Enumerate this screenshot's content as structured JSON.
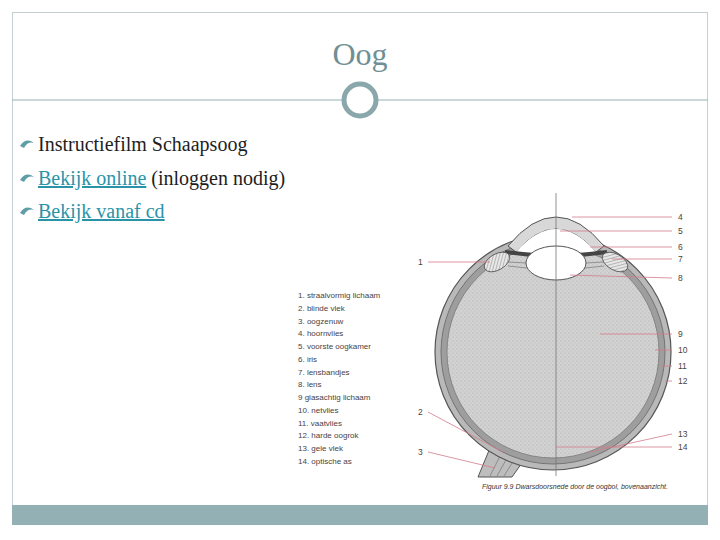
{
  "diagram": {
    "title": "Oog",
    "caption": "Figuur 9.9 Dwarsdoorsnede door de oogbol, bovenaanzicht.",
    "labels": [
      "Instructiefilm Schaapsoog",
      "Bekijk online",
      "(inloggen nodig)",
      "Bekijk vanaf cd",
      "1. straalvormig lichaam",
      "2. blinde vlek",
      "3. oogzenuw",
      "4. hoornvlies",
      "5. voorste oogkamer",
      "6. iris",
      "7. lensbandjes",
      "8. lens",
      "9 glasachtig lichaam",
      "10. netvlies",
      "11. vaatvlies",
      "12. harde oogrok",
      "13. gele vlek",
      "14. optische as",
      "1",
      "4",
      "5",
      "6",
      "7",
      "8",
      "9",
      "10",
      "11",
      "12",
      "2",
      "13",
      "3",
      "14"
    ]
  }
}
